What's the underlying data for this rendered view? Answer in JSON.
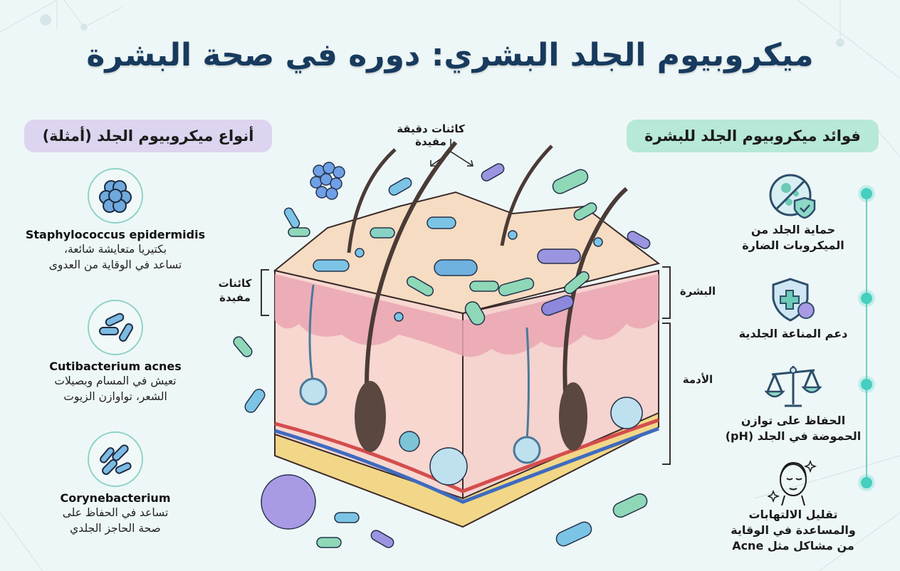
{
  "title": "ميكروبيوم الجلد البشري: دوره في صحة البشرة",
  "left_panel": {
    "header": "أنواع ميكروبيوم الجلد (أمثلة)",
    "species": [
      {
        "icon": "cocci-cluster-icon",
        "name": "Staphylococcus epidermidis",
        "desc_line1": "بكتيريا متعايشة شائعة،",
        "desc_line2": "تساعد في الوقاية من العدوى"
      },
      {
        "icon": "rod-bacteria-icon",
        "name": "Cutibacterium acnes",
        "desc_line1": "تعيش في المسام وبصيلات",
        "desc_line2": "الشعر، تواوازن الزيوت"
      },
      {
        "icon": "chained-rods-icon",
        "name": "Corynebacterium",
        "desc_line1": "تساعد في الحفاظ على",
        "desc_line2": "صحة الحاجز الجلدي"
      }
    ]
  },
  "right_panel": {
    "header": "فوائد ميكروبيوم الجلد للبشرة",
    "benefits": [
      {
        "icon": "no-germs-shield-icon",
        "line1": "حماية الجلد من",
        "line2": "الميكروبات الضارة",
        "line3": ""
      },
      {
        "icon": "immune-shield-icon",
        "line1": "دعم المناعة الجلدية",
        "line2": "",
        "line3": ""
      },
      {
        "icon": "ph-balance-scale-icon",
        "line1": "الحفاظ على توازن",
        "line2": "الحموضة في الجلد (pH)",
        "line3": ""
      },
      {
        "icon": "clear-face-icon",
        "line1": "تقليل الالتهابات",
        "line2": "والمساعدة في الوقاية",
        "line3": "من مشاكل مثل Acne"
      }
    ]
  },
  "diagram": {
    "top_label": "كائنات دقيقة مفيدة",
    "left_label_line1": "كائنات",
    "left_label_line2": "مفيدة",
    "epidermis_label": "البشرة",
    "dermis_label": "الأدمة"
  },
  "colors": {
    "title": "#173a5e",
    "left_pill": "#ddd4ef",
    "right_pill": "#b7e8d8",
    "timeline": "#45cfc0",
    "background": "#eef7f7"
  }
}
